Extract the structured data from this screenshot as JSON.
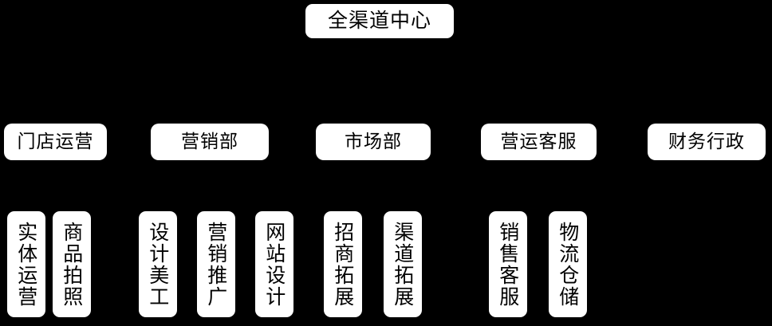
{
  "diagram": {
    "type": "organization-chart",
    "title_node": "全渠道中心",
    "background_color": "#000000",
    "node_fill_color": "#ffffff",
    "node_text_color": "#000000",
    "levels": 3,
    "connectors_visible": false
  },
  "root": {
    "label": "全渠道中心"
  },
  "departments": [
    {
      "label": "门店运营",
      "teams": [
        {
          "label": "实体运营"
        },
        {
          "label": "商品拍照"
        }
      ]
    },
    {
      "label": "营销部",
      "teams": [
        {
          "label": "设计美工"
        },
        {
          "label": "营销推广"
        },
        {
          "label": "网站设计"
        }
      ]
    },
    {
      "label": "市场部",
      "teams": [
        {
          "label": "招商拓展"
        },
        {
          "label": "渠道拓展"
        }
      ]
    },
    {
      "label": "营运客服",
      "teams": [
        {
          "label": "销售客服"
        },
        {
          "label": "物流仓储"
        }
      ]
    },
    {
      "label": "财务行政",
      "teams": []
    }
  ]
}
